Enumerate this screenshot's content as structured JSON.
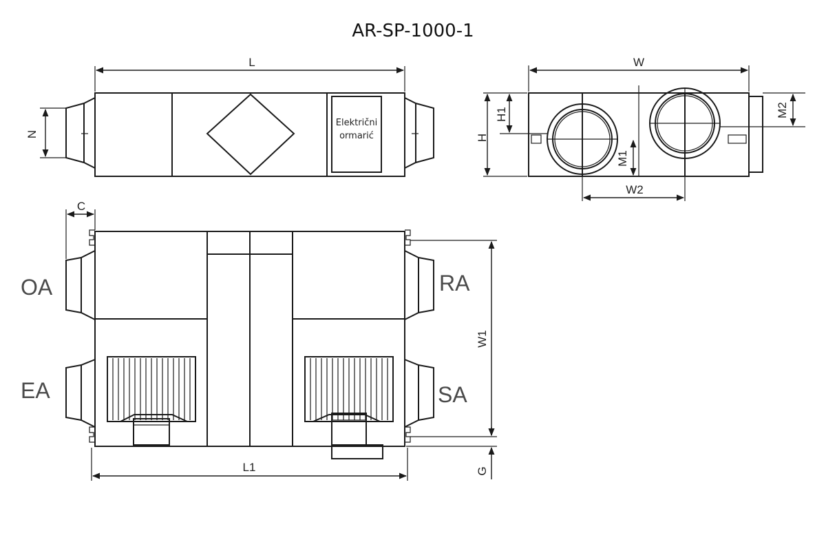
{
  "title": "AR-SP-1000-1",
  "cabinet_label": {
    "line1": "Električni",
    "line2": "ormarić"
  },
  "dimensions": {
    "L": "L",
    "N": "N",
    "W": "W",
    "H": "H",
    "H1": "H1",
    "M1": "M1",
    "M2": "M2",
    "W2": "W2",
    "C": "C",
    "W1": "W1",
    "L1": "L1",
    "G": "G"
  },
  "ports": {
    "OA": "OA",
    "EA": "EA",
    "RA": "RA",
    "SA": "SA"
  }
}
